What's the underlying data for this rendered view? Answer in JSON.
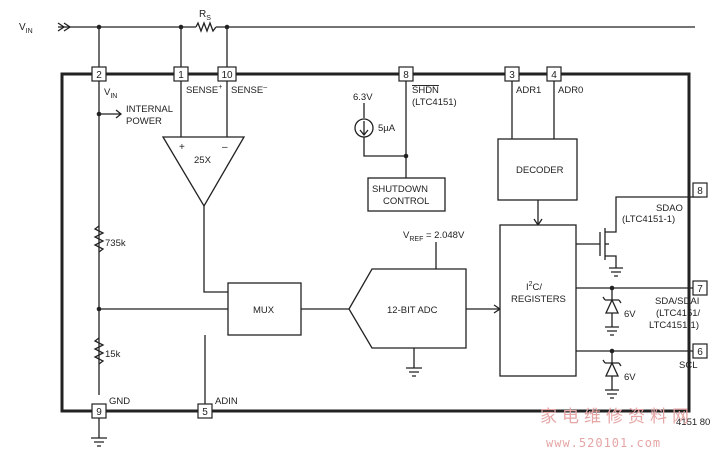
{
  "labels": {
    "vin_input": "V",
    "vin_input_sub": "IN",
    "rs": "R",
    "rs_sub": "S",
    "vin_pin": "V",
    "vin_pin_sub": "IN",
    "internal_power_1": "INTERNAL",
    "internal_power_2": "POWER",
    "sense_plus": "SENSE",
    "sense_plus_sup": "+",
    "sense_minus": "SENSE",
    "sense_minus_sup": "–",
    "amp_gain": "25X",
    "amp_plus": "+",
    "amp_minus": "–",
    "v63": "6.3V",
    "i5": "5µA",
    "shdn_1": "SHDN",
    "shdn_2": "(LTC4151)",
    "shutdown_1": "SHUTDOWN",
    "shutdown_2": "CONTROL",
    "adr1": "ADR1",
    "adr0": "ADR0",
    "decoder": "DECODER",
    "sdao_1": "SDAO",
    "sdao_2": "(LTC4151-1)",
    "vref": "V",
    "vref_sub": "REF",
    "vref_val": " = 2.048V",
    "adc": "12-BIT ADC",
    "mux": "MUX",
    "i2c_1": "I",
    "i2c_sup": "2",
    "i2c_2": "C/",
    "i2c_3": "REGISTERS",
    "sda_1": "SDA/SDAI",
    "sda_2": "(LTC4151/",
    "sda_3": "LTC4151-1)",
    "z6v_a": "6V",
    "z6v_b": "6V",
    "scl": "SCL",
    "r735": "735k",
    "r15": "15k",
    "gnd": "GND",
    "adin": "ADIN",
    "figure_id": "4151 80"
  },
  "pins": {
    "p2": "2",
    "p1": "1",
    "p10": "10",
    "p8a": "8",
    "p3": "3",
    "p4": "4",
    "p8b": "8",
    "p7": "7",
    "p6": "6",
    "p9": "9",
    "p5": "5"
  },
  "watermark": {
    "line1": "家电维修资料网",
    "line2": "www.520101.com"
  }
}
